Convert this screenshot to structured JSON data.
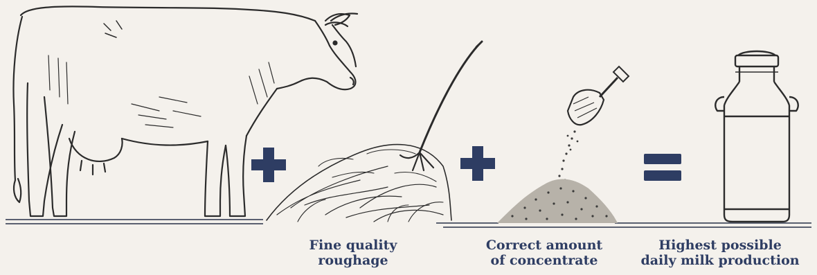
{
  "captions": {
    "roughage": {
      "line1": "Fine quality",
      "line2": "roughage"
    },
    "concentrate": {
      "line1": "Correct amount",
      "line2": "of concentrate"
    },
    "milk": {
      "line1": "Highest possible",
      "line2": "daily milk production"
    }
  },
  "symbols": {
    "plus_1": "plus-icon",
    "plus_2": "plus-icon",
    "equals": "equals-icon"
  },
  "colors": {
    "ink": "#2e3d63",
    "line": "#2b2b2b",
    "paper": "#f4f1ec"
  }
}
